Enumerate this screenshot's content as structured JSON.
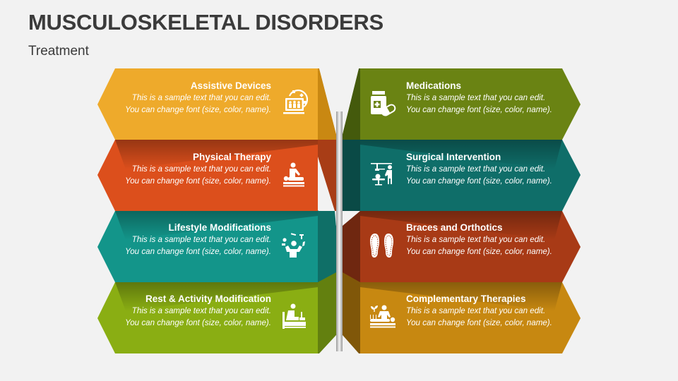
{
  "header": {
    "title": "MUSCULOSKELETAL DISORDERS",
    "subtitle": "Treatment"
  },
  "colors": {
    "background": "#f2f2f2",
    "title_text": "#3b3b3b",
    "card_text": "#ffffff",
    "separator": "#d9d9d9"
  },
  "left_cards": [
    {
      "title": "Assistive Devices",
      "description": "This is a sample text that you can edit. You can change font (size, color, name).",
      "icon": "assistive-device-gear-icon",
      "front_color": "#eeaa2b",
      "side_color": "#c98812"
    },
    {
      "title": "Physical Therapy",
      "description": "This is a sample text that you can edit. You can change font (size, color, name).",
      "icon": "physiotherapy-massage-icon",
      "front_color": "#dc4f1c",
      "side_color": "#a83d16"
    },
    {
      "title": "Lifestyle Modifications",
      "description": "This is a sample text that you can edit. You can change font (size, color, name).",
      "icon": "juggling-person-icon",
      "front_color": "#13958a",
      "side_color": "#0f6f67"
    },
    {
      "title": "Rest & Activity Modification",
      "description": "This is a sample text that you can edit. You can change font (size, color, name).",
      "icon": "person-resting-bed-icon",
      "front_color": "#8aae13",
      "side_color": "#63800f"
    }
  ],
  "right_cards": [
    {
      "title": "Medications",
      "description": "This is a sample text that you can edit. You can change font (size, color, name).",
      "icon": "medicine-bottle-pill-icon",
      "front_color": "#6a8313",
      "side_color": "#445a0c"
    },
    {
      "title": "Surgical Intervention",
      "description": "This is a sample text that you can edit. You can change font (size, color, name).",
      "icon": "surgery-operating-table-icon",
      "front_color": "#0f6e69",
      "side_color": "#0a4a46"
    },
    {
      "title": "Braces and Orthotics",
      "description": "This is a sample text that you can edit. You can change font (size, color, name).",
      "icon": "orthotic-insoles-icon",
      "front_color": "#a83a16",
      "side_color": "#6f2710"
    },
    {
      "title": "Complementary Therapies",
      "description": "This is a sample text that you can edit. You can change font (size, color, name).",
      "icon": "acupuncture-therapy-icon",
      "front_color": "#c78811",
      "side_color": "#805709"
    }
  ]
}
